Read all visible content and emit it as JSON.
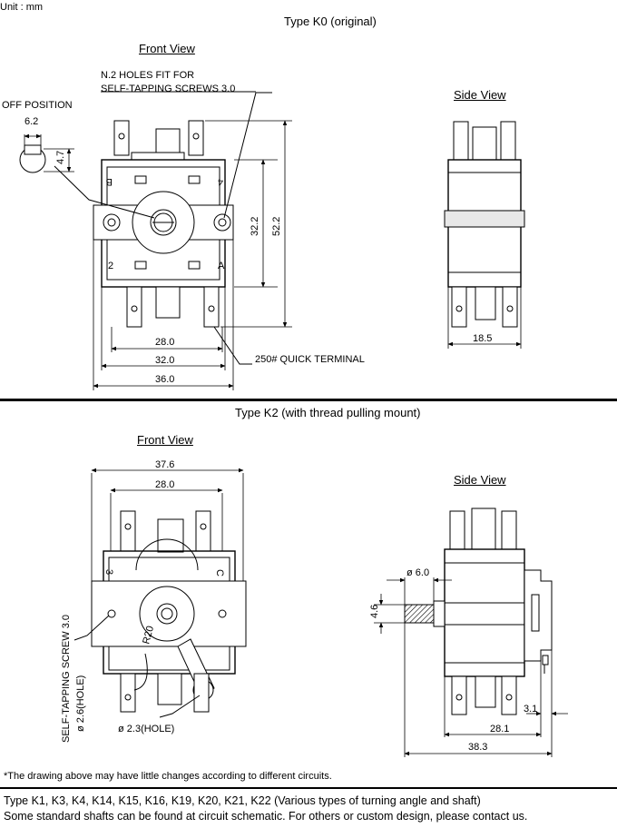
{
  "unit_label": "Unit : mm",
  "k0": {
    "title": "Type K0 (original)",
    "front_view": "Front View",
    "side_view": "Side View",
    "holes_note_1": "N.2 HOLES FIT FOR",
    "holes_note_2": "SELF-TAPPING SCREWS 3.0",
    "off_position": "OFF POSITION",
    "dim_6_2": "6.2",
    "dim_4_7": "4.7",
    "dim_32_2": "32.2",
    "dim_52_2": "52.2",
    "dim_28_0": "28.0",
    "dim_32_0": "32.0",
    "dim_36_0": "36.0",
    "dim_18_5": "18.5",
    "terminal_note": "250# QUICK TERMINAL",
    "mark_b": "B",
    "mark_4": "4",
    "mark_2": "2",
    "mark_a": "A"
  },
  "k2": {
    "title": "Type K2 (with thread pulling mount)",
    "front_view": "Front View",
    "side_view": "Side View",
    "dim_37_6": "37.6",
    "dim_28_0": "28.0",
    "dim_r20": "R20",
    "screw_note": "SELF-TAPPING SCREW 3.0",
    "hole_2_6": "ø 2.6(HOLE)",
    "hole_2_3": "ø 2.3(HOLE)",
    "dim_6_0": "ø 6.0",
    "dim_4_6": "4.6",
    "dim_3_1": "3.1",
    "dim_28_1": "28.1",
    "dim_38_3": "38.3",
    "mark_3": "3",
    "mark_c": "C"
  },
  "footnote": "*The drawing above may have little changes according to different circuits.",
  "footer_line_1": "Type K1, K3, K4, K14, K15, K16, K19, K20, K21, K22 (Various types of turning angle and shaft)",
  "footer_line_2": "Some standard shafts can be found at circuit schematic. For others or custom design, please contact us."
}
